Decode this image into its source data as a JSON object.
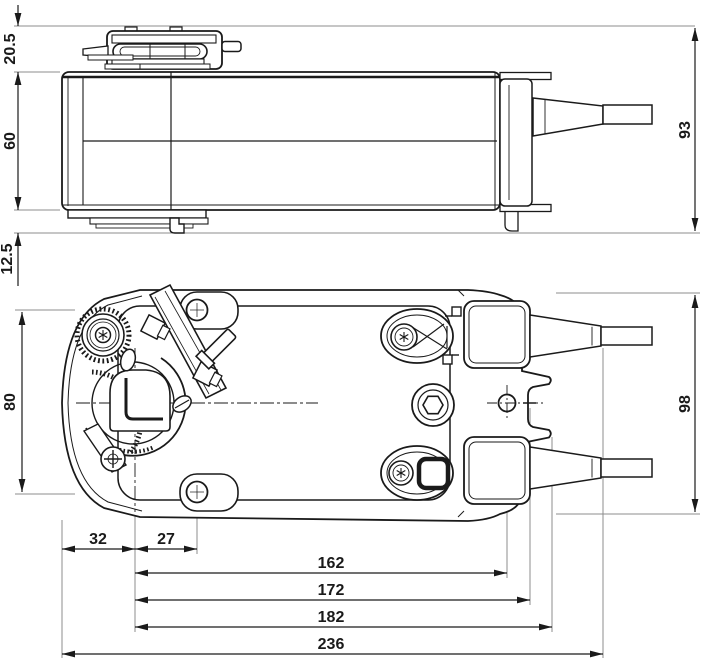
{
  "drawing": {
    "type": "technical-dimension-drawing",
    "subject": "damper actuator shown in side view (top) and bottom view with shaft clamp, mounting bracket and two cable glands",
    "units_implied": "mm",
    "colors": {
      "line": "#1a1a1a",
      "extension_line": "#8c8c8c",
      "background": "#ffffff"
    },
    "dimensions": {
      "shaft_clamp_height": "20.5",
      "body_height": "60",
      "base_clearance": "12.5",
      "total_height": "93",
      "body_width": "80",
      "total_depth": "98",
      "edge_to_shaft_axis": "32",
      "shaft_axis_to_mount_hole": "27",
      "axis_to_index_point": "162",
      "axis_to_slot": "172",
      "axis_to_bracket_edge": "182",
      "total_length": "236"
    }
  }
}
